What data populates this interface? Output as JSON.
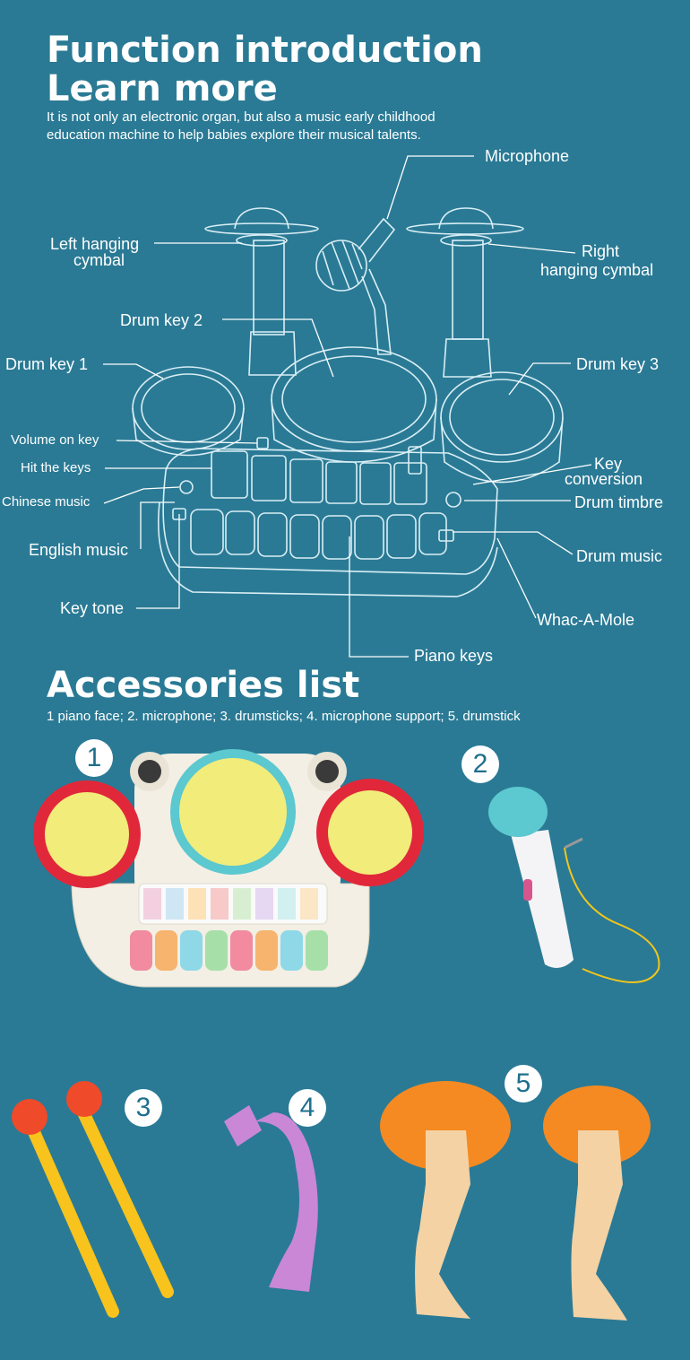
{
  "header": {
    "title_line1": "Function introduction",
    "title_line2": "Learn more",
    "description_line1": "It is not only an electronic organ, but also a music early childhood",
    "description_line2": "education machine to help babies explore their musical talents."
  },
  "diagram": {
    "labels": {
      "microphone": "Microphone",
      "left_cymbal_1": "Left hanging",
      "left_cymbal_2": "cymbal",
      "right_cymbal_1": "Right",
      "right_cymbal_2": "hanging cymbal",
      "drum_key_2": "Drum key 2",
      "drum_key_1": "Drum key 1",
      "drum_key_3": "Drum key 3",
      "volume_on_key": "Volume on key",
      "hit_the_keys": "Hit the keys",
      "chinese_music": "Chinese music",
      "english_music": "English music",
      "key_tone": "Key tone",
      "key_conversion_1": "Key",
      "key_conversion_2": "conversion",
      "drum_timbre": "Drum timbre",
      "drum_music": "Drum music",
      "whac_a_mole": "Whac-A-Mole",
      "piano_keys": "Piano keys"
    }
  },
  "accessories": {
    "title": "Accessories list",
    "description": "1 piano face; 2. microphone; 3. drumsticks; 4. microphone support; 5. drumstick",
    "badges": [
      "1",
      "2",
      "3",
      "4",
      "5"
    ]
  },
  "colors": {
    "background": "#2a7a95",
    "outline": "#d9eef5",
    "drum_red": "#e0283a",
    "drum_yellow": "#f2ec7a",
    "body_cream": "#f3efe4",
    "mic_teal": "#5cc8cf",
    "stick_yellow": "#f7c31c",
    "stick_red": "#ef4a2a",
    "mount_purple": "#c987d6",
    "cymbal_orange": "#f58a22",
    "handle_tan": "#f4d2a4"
  }
}
